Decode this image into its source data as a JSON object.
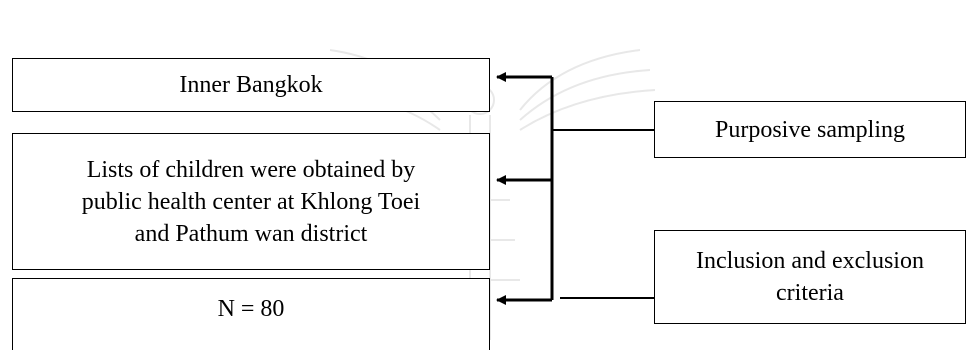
{
  "boxes": {
    "inner_bangkok": "Inner Bangkok",
    "lists_of_children": "Lists of children were obtained by\npublic health center at Khlong Toei\nand Pathum wan district",
    "n": "N = 80",
    "purposive_sampling": "Purposive sampling",
    "inclusion_exclusion": "Inclusion and exclusion\ncriteria"
  },
  "colors": {
    "line": "#000000",
    "watermark": "#e6e6e6"
  }
}
